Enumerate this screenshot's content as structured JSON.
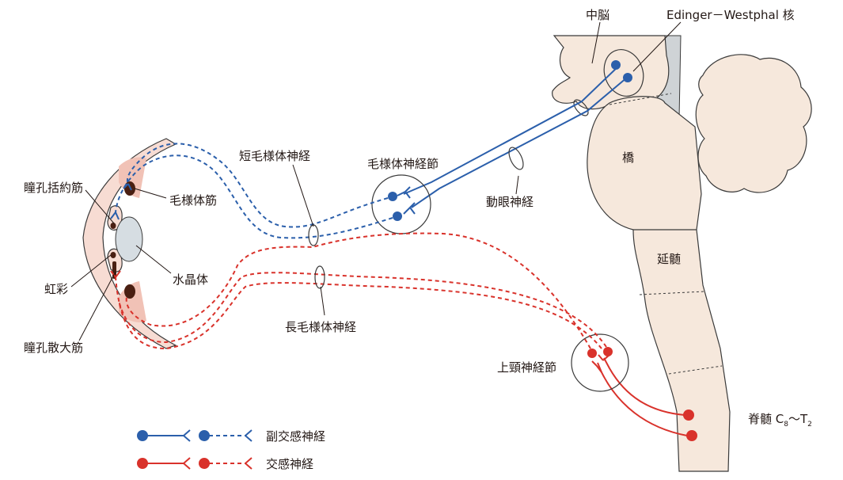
{
  "labels": {
    "midbrain": "中脳",
    "ew_nucleus": "Edinger－Westphal 核",
    "pons": "橋",
    "medulla": "延髄",
    "spinal_cord_prefix": "脊髄 C",
    "spinal_c_sub": "8",
    "spinal_range_sep": "～T",
    "spinal_t_sub": "2",
    "oculomotor_nerve": "動眼神経",
    "ciliary_ganglion": "毛様体神経節",
    "short_ciliary_nerves": "短毛様体神経",
    "long_ciliary_nerves": "長毛様体神経",
    "superior_cervical_ganglion": "上頸神経節",
    "sphincter_pupillae": "瞳孔括約筋",
    "ciliary_muscle": "毛様体筋",
    "lens": "水晶体",
    "iris": "虹彩",
    "dilator_pupillae": "瞳孔散大筋"
  },
  "legend": [
    {
      "label": "副交感神経",
      "color": "#2b5fab"
    },
    {
      "label": "交感神経",
      "color": "#d9322b"
    }
  ],
  "colors": {
    "parasympathetic": "#2b5fab",
    "sympathetic": "#d9322b"
  }
}
